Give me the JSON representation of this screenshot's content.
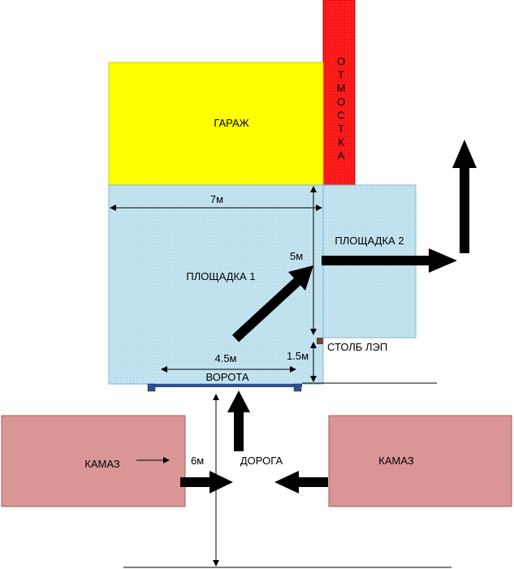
{
  "areas": {
    "garage": {
      "label": "ГАРАЖ",
      "color": "#ffff00"
    },
    "otmostka": {
      "label": "ОТМОСТКА",
      "color": "#ff2020"
    },
    "ploshchadka1": {
      "label": "ПЛОЩАДКА 1",
      "color": "#c4e4f0"
    },
    "ploshchadka2": {
      "label": "ПЛОЩАДКА 2",
      "color": "#c4e4f0"
    },
    "kamaz_left": {
      "label": "КАМАЗ",
      "color": "#d99694"
    },
    "kamaz_right": {
      "label": "КАМАЗ",
      "color": "#d99694"
    }
  },
  "dimensions": {
    "width_7m": "7м",
    "depth_5m": "5м",
    "gate_4_5m": "4.5м",
    "offset_1_5m": "1.5м",
    "road_6m": "6м"
  },
  "labels": {
    "gate": "ВОРОТА",
    "pole": "СТОЛБ ЛЭП",
    "road": "ДОРОГА"
  },
  "colors": {
    "pole": "#7b3f2e",
    "gate": "#2f4f8f",
    "line": "#000000"
  }
}
